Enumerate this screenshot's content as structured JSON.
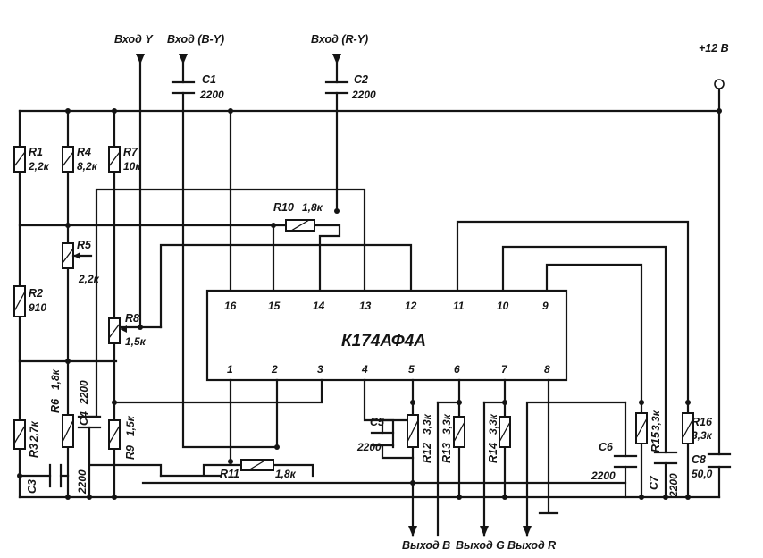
{
  "inputs": {
    "y": "Вход Y",
    "by": "Вход (B-Y)",
    "ry": "Вход (R-Y)"
  },
  "supply": "+12 В",
  "ic": {
    "name": "К174АФ4А",
    "top_pins": [
      "16",
      "15",
      "14",
      "13",
      "12",
      "11",
      "10",
      "9"
    ],
    "bottom_pins": [
      "1",
      "2",
      "3",
      "4",
      "5",
      "6",
      "7",
      "8"
    ]
  },
  "components": {
    "c1": {
      "ref": "C1",
      "value": "2200"
    },
    "c2": {
      "ref": "C2",
      "value": "2200"
    },
    "r1": {
      "ref": "R1",
      "value": "2,2к"
    },
    "r4": {
      "ref": "R4",
      "value": "8,2к"
    },
    "r7": {
      "ref": "R7",
      "value": "10к"
    },
    "r10": {
      "ref": "R10",
      "value": "1,8к"
    },
    "r5": {
      "ref": "R5",
      "value": "2,2к"
    },
    "r2": {
      "ref": "R2",
      "value": "910"
    },
    "r8": {
      "ref": "R8",
      "value": "1,5к"
    },
    "r3": {
      "ref": "R3",
      "value": "2,7к"
    },
    "r6": {
      "ref": "R6",
      "value": "1,8к"
    },
    "c4": {
      "ref": "C4",
      "value": "2200"
    },
    "r9": {
      "ref": "R9",
      "value": "1,5к"
    },
    "c3": {
      "ref": "C3",
      "value": "2200"
    },
    "r11": {
      "ref": "R11",
      "value": "1,8к"
    },
    "c5": {
      "ref": "C5",
      "value": "2200"
    },
    "r12": {
      "ref": "R12",
      "value": "3,3к"
    },
    "r13": {
      "ref": "R13",
      "value": "3,3к"
    },
    "r14": {
      "ref": "R14",
      "value": "3,3к"
    },
    "c6": {
      "ref": "C6",
      "value": "2200"
    },
    "r15": {
      "ref": "R15",
      "value": "3,3к"
    },
    "c7": {
      "ref": "C7",
      "value": "2200"
    },
    "r16": {
      "ref": "R16",
      "value": "3,3к"
    },
    "c8": {
      "ref": "C8",
      "value": "50,0"
    }
  },
  "outputs": {
    "b": "Выход B",
    "g": "Выход G",
    "r": "Выход R"
  }
}
